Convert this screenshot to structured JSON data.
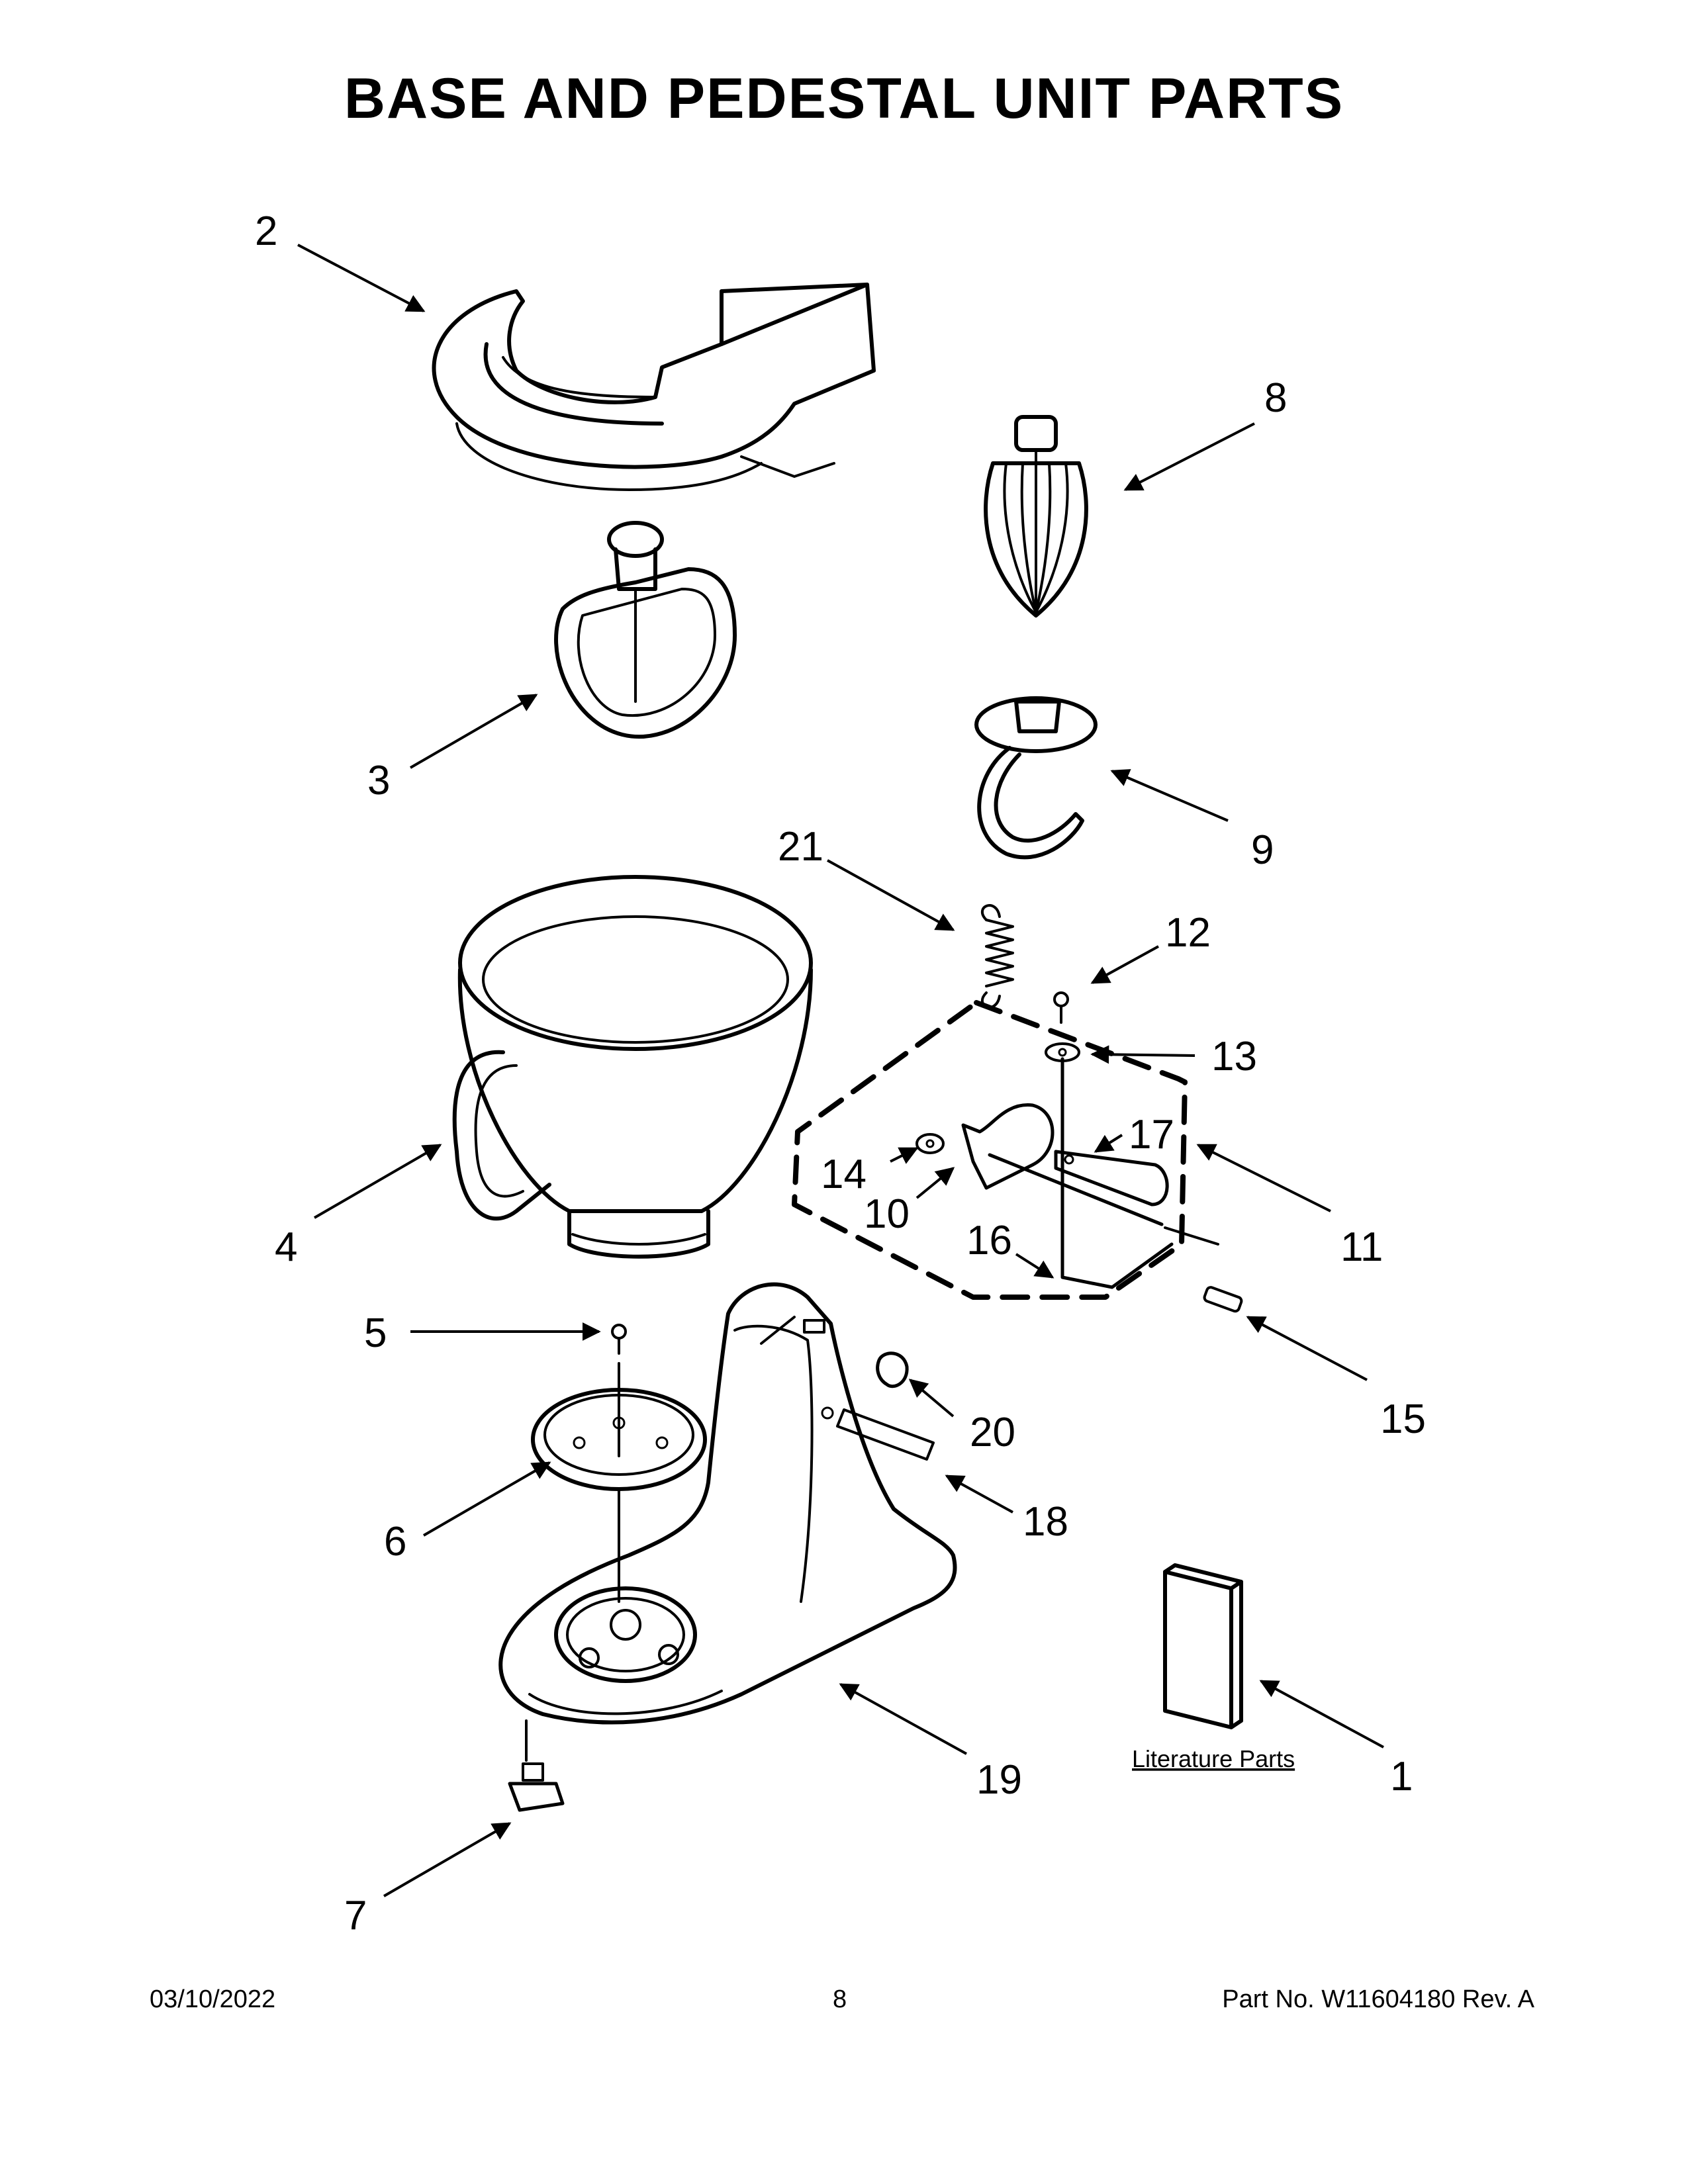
{
  "title": "BASE AND PEDESTAL UNIT PARTS",
  "callouts": [
    {
      "id": "c1",
      "label": "1"
    },
    {
      "id": "c2",
      "label": "2"
    },
    {
      "id": "c3",
      "label": "3"
    },
    {
      "id": "c4",
      "label": "4"
    },
    {
      "id": "c5",
      "label": "5"
    },
    {
      "id": "c6",
      "label": "6"
    },
    {
      "id": "c7",
      "label": "7"
    },
    {
      "id": "c8",
      "label": "8"
    },
    {
      "id": "c9",
      "label": "9"
    },
    {
      "id": "c10",
      "label": "10"
    },
    {
      "id": "c11",
      "label": "11"
    },
    {
      "id": "c12",
      "label": "12"
    },
    {
      "id": "c13",
      "label": "13"
    },
    {
      "id": "c14",
      "label": "14"
    },
    {
      "id": "c15",
      "label": "15"
    },
    {
      "id": "c16",
      "label": "16"
    },
    {
      "id": "c17",
      "label": "17"
    },
    {
      "id": "c18",
      "label": "18"
    },
    {
      "id": "c19",
      "label": "19"
    },
    {
      "id": "c20",
      "label": "20"
    },
    {
      "id": "c21",
      "label": "21"
    }
  ],
  "literature_label": "Literature Parts",
  "footer": {
    "date": "03/10/2022",
    "page": "8",
    "part": "Part No.  W11604180  Rev.  A"
  },
  "colors": {
    "line": "#000000",
    "background": "#ffffff"
  }
}
